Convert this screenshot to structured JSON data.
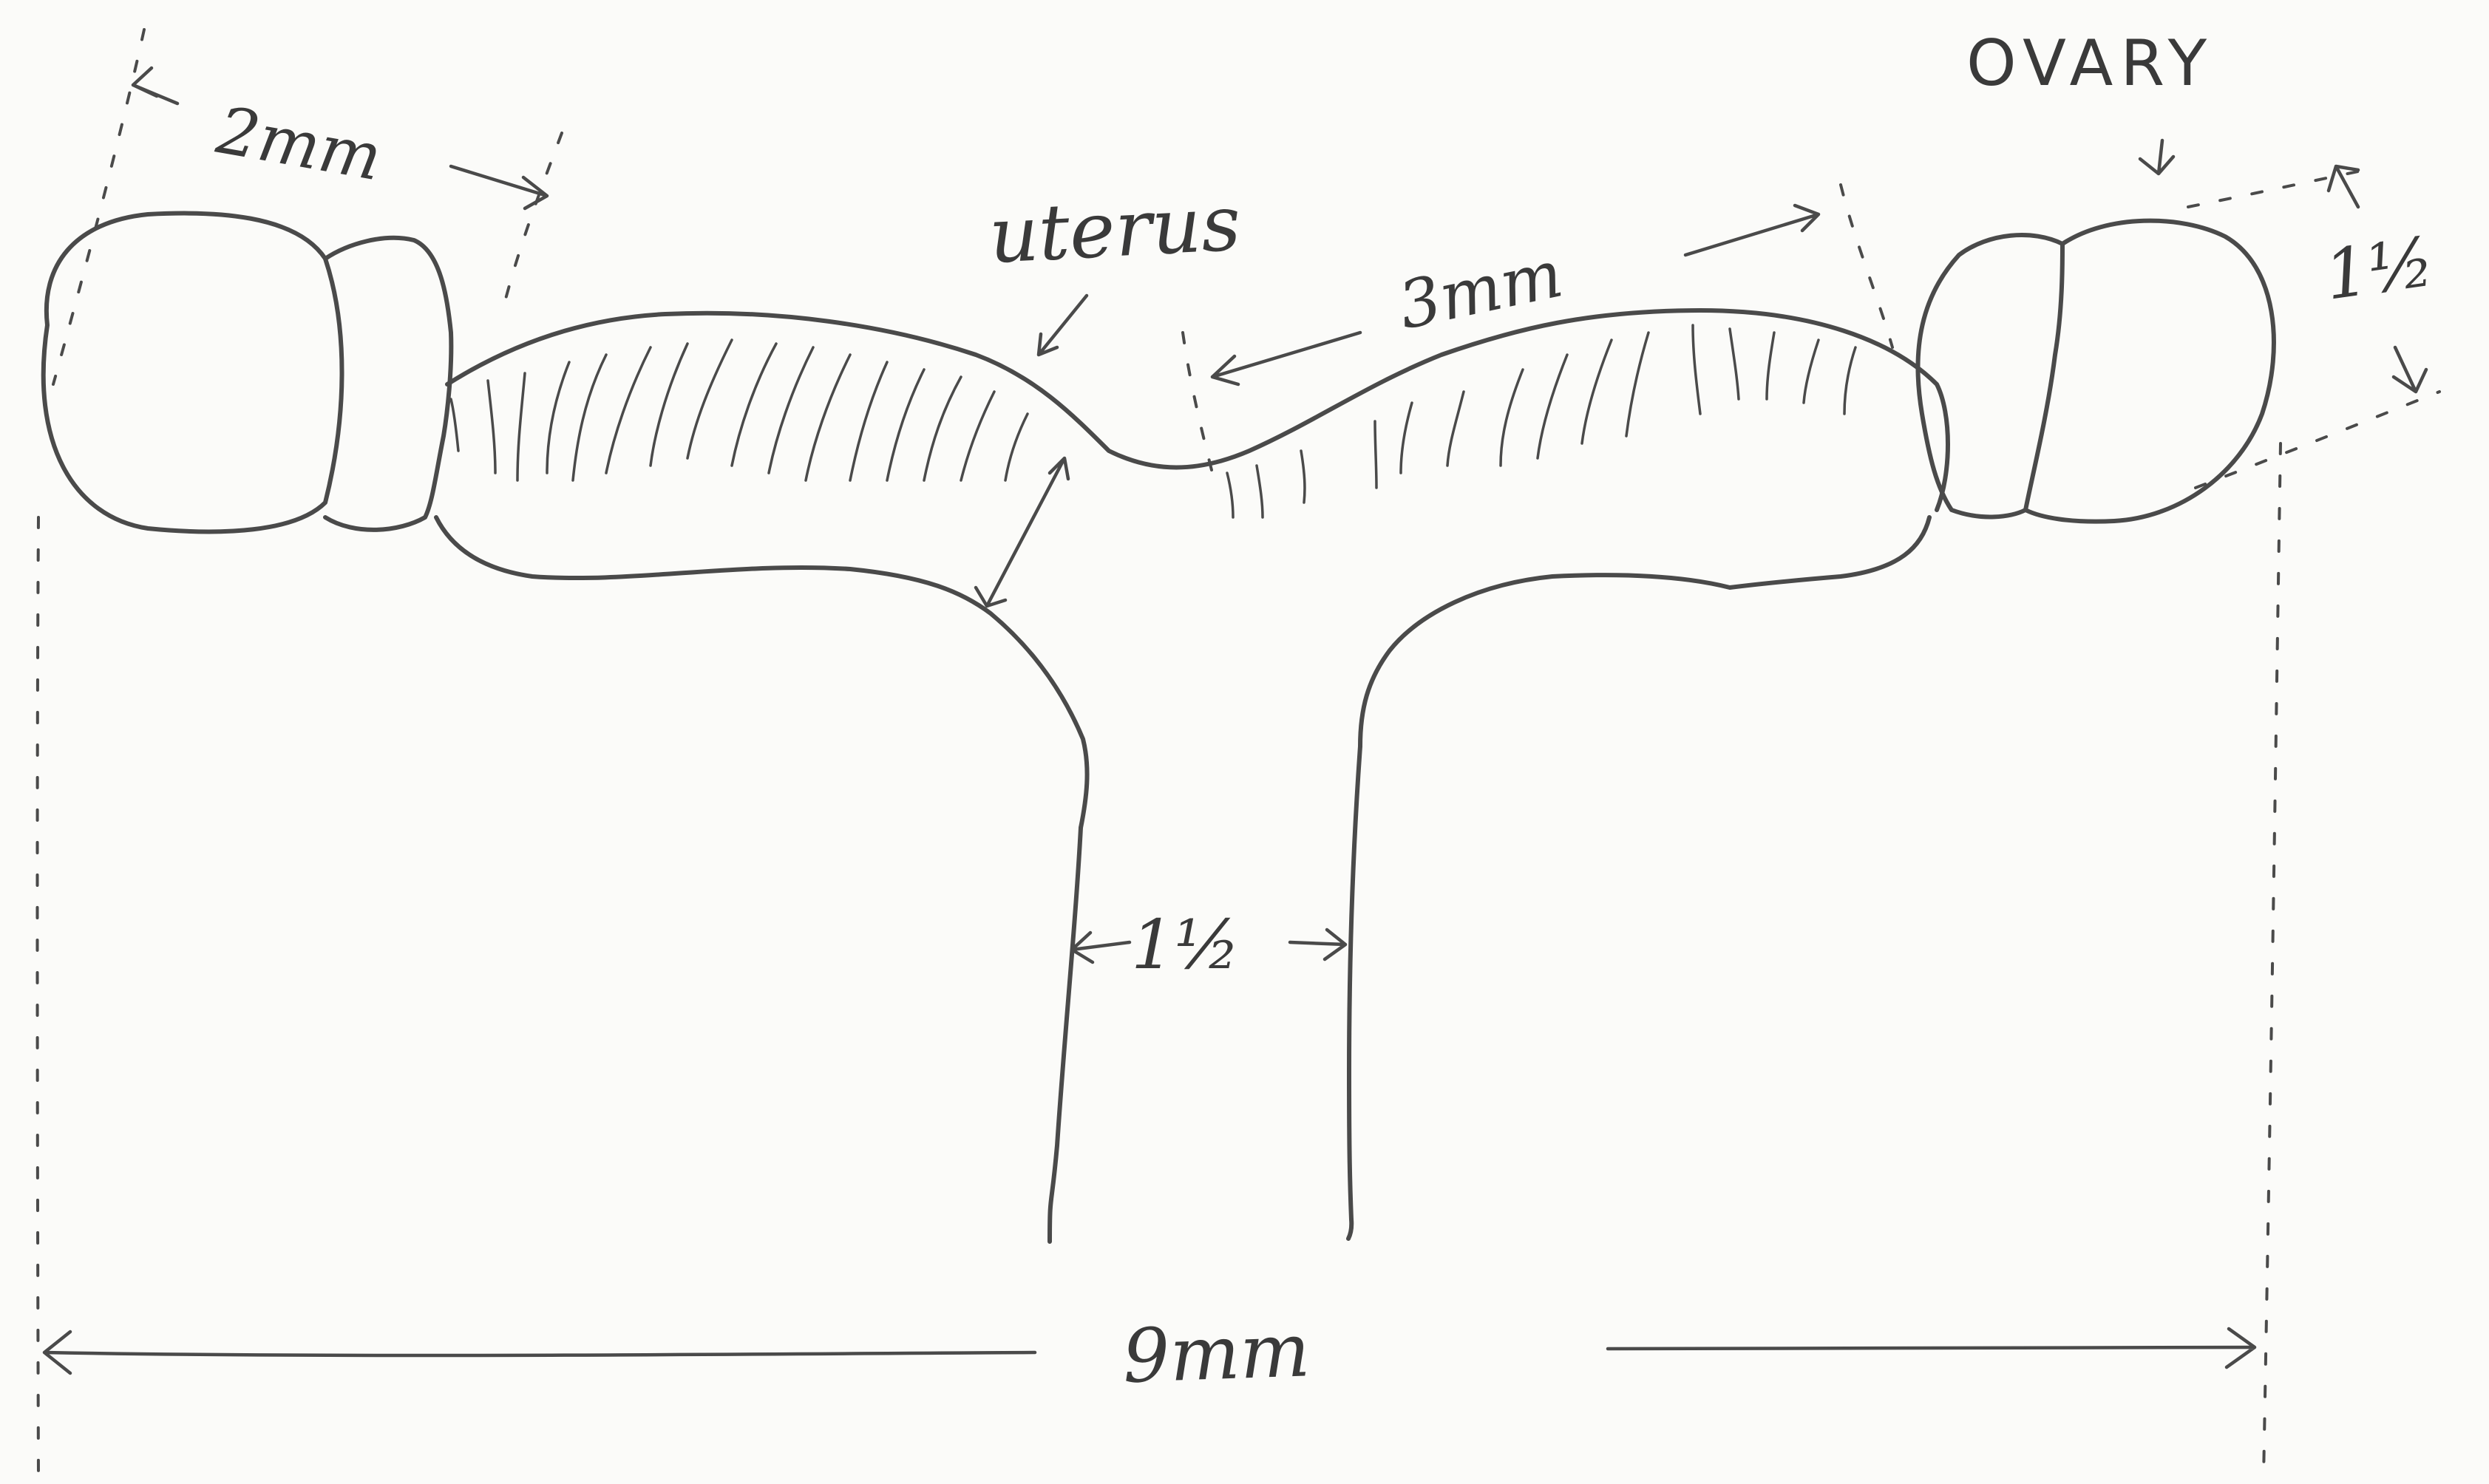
{
  "labels": {
    "left_ovary_dimension": "2mm",
    "uterus": "uterus",
    "horn_length": "3mm",
    "ovary": "OVARY",
    "ovary_dimension": "1½",
    "body_width": "1½",
    "total_width": "9mm"
  },
  "colors": {
    "paper": "#fbfbf9",
    "ink": "#4a4a4a"
  }
}
